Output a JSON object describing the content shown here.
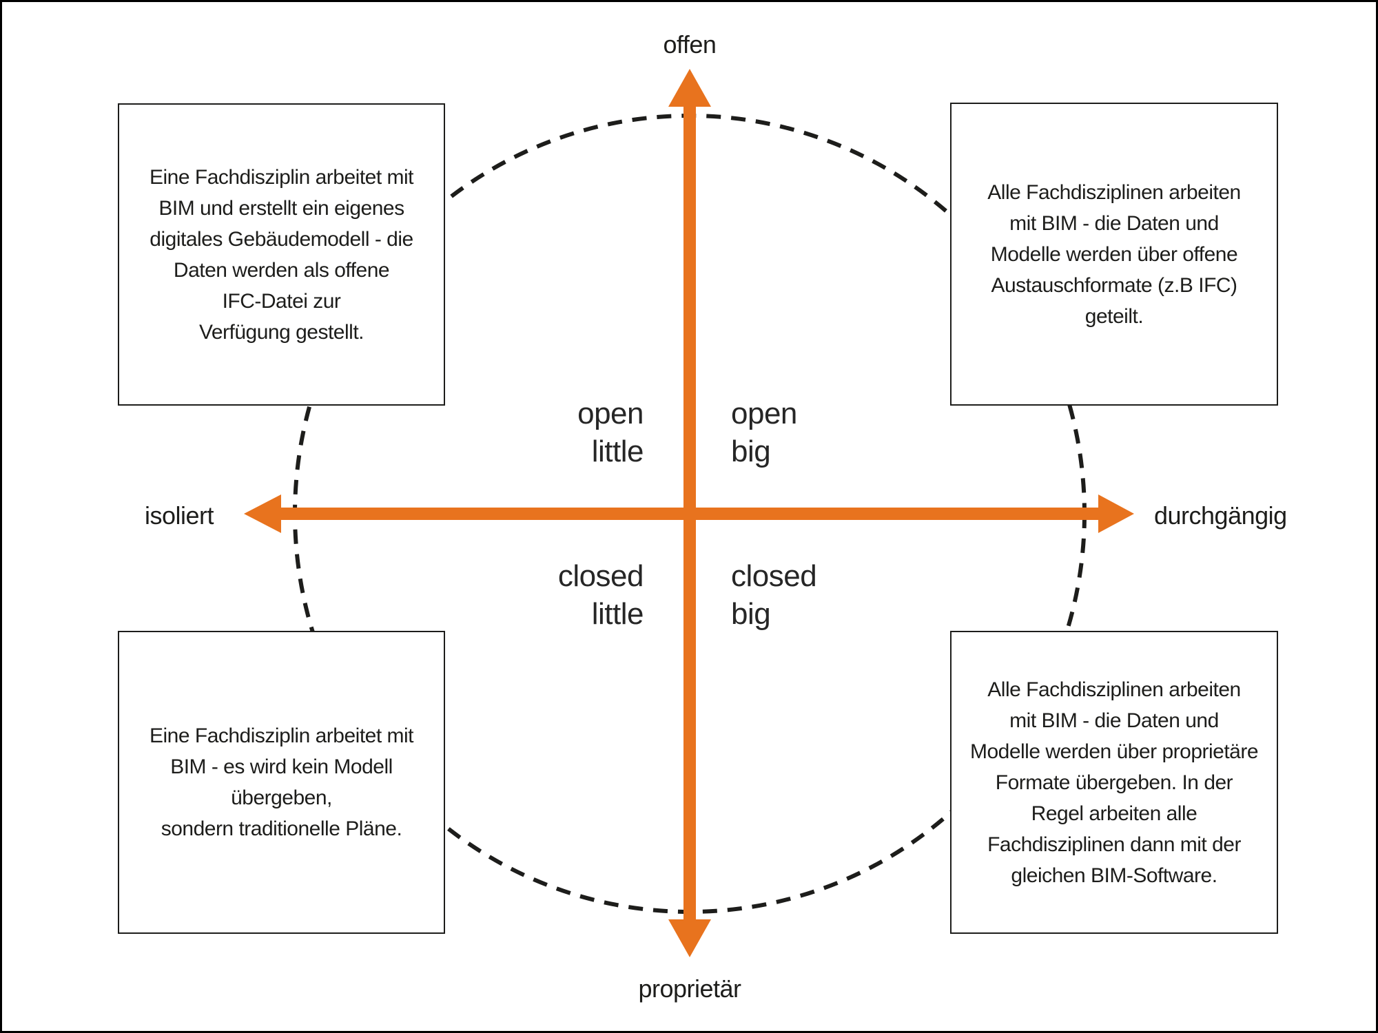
{
  "colors": {
    "accent_orange": "#E8731E",
    "ink": "#1D1D1B",
    "background": "#FFFFFF"
  },
  "axes": {
    "top_label": "offen",
    "bottom_label": "proprietär",
    "left_label": "isoliert",
    "right_label": "durchgängig"
  },
  "quadrants": {
    "top_left": "open\nlittle",
    "top_right": "open\nbig",
    "bottom_left": "closed\nlittle",
    "bottom_right": "closed\nbig"
  },
  "boxes": {
    "top_left": "Eine Fachdisziplin arbeitet mit\nBIM und erstellt ein eigenes\ndigitales Gebäudemodell - die\nDaten werden als offene\nIFC-Datei zur\nVerfügung gestellt.",
    "top_right": "Alle Fachdisziplinen arbeiten\nmit BIM - die Daten und\nModelle werden über offene\nAustauschformate (z.B IFC)\ngeteilt.",
    "bottom_left": "Eine Fachdisziplin arbeitet mit\nBIM - es wird kein Modell\nübergeben,\nsondern traditionelle Pläne.",
    "bottom_right": "Alle Fachdisziplinen arbeiten\nmit BIM - die Daten und\nModelle werden über proprietäre\nFormate übergeben. In der\nRegel arbeiten alle\nFachdisziplinen dann mit der\ngleichen BIM-Software."
  },
  "icons": {
    "vertical_axis": "double-headed-arrow-vertical",
    "horizontal_axis": "double-headed-arrow-horizontal",
    "scope_circle": "dashed-circle"
  }
}
